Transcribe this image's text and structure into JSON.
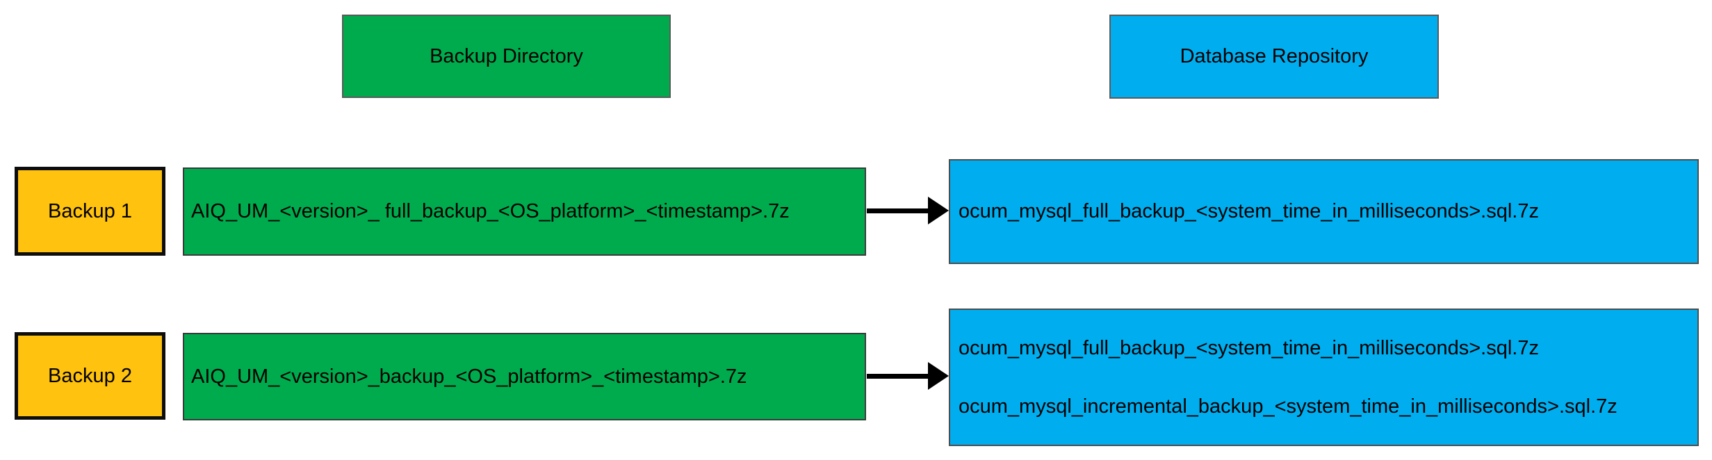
{
  "headers": {
    "backup_directory": "Backup Directory",
    "database_repository": "Database Repository"
  },
  "rows": [
    {
      "label": "Backup 1",
      "backup_file": "AIQ_UM_<version>_ full_backup_<OS_platform>_<timestamp>.7z",
      "repository_files": [
        "ocum_mysql_full_backup_<system_time_in_milliseconds>.sql.7z"
      ]
    },
    {
      "label": "Backup 2",
      "backup_file": "AIQ_UM_<version>_backup_<OS_platform>_<timestamp>.7z",
      "repository_files": [
        "ocum_mysql_full_backup_<system_time_in_milliseconds>.sql.7z",
        "ocum_mysql_incremental_backup_<system_time_in_milliseconds>.sql.7z"
      ]
    }
  ],
  "icons": {
    "arrow_right": "→"
  },
  "colors": {
    "backup_directory_green": "#00AB4E",
    "database_repository_blue": "#00AEEF",
    "backup_label_orange": "#FFC20E",
    "arrow_black": "#000000"
  }
}
